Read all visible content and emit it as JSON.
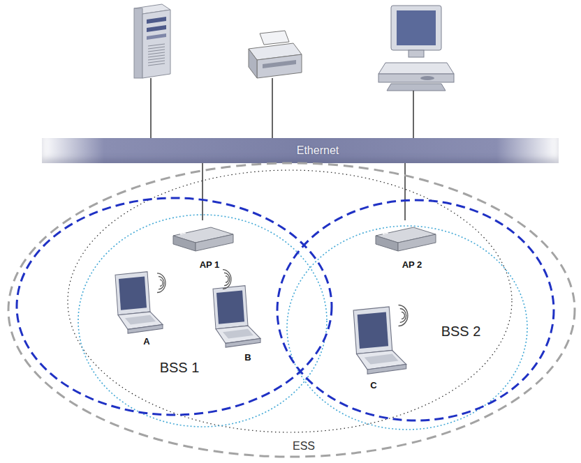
{
  "diagram": {
    "nodes": [
      {
        "text": [
          "Ethernet"
        ]
      },
      {
        "text": [
          "ESS"
        ]
      },
      {
        "text": [
          "BSS 1"
        ],
        "in": 1
      },
      {
        "text": [
          "AP 1"
        ],
        "in": 2
      },
      {
        "text": [
          "A"
        ],
        "in": 2
      },
      {
        "text": [
          "B"
        ],
        "in": 2
      },
      {
        "text": [
          "BSS 2"
        ],
        "in": 1
      },
      {
        "text": [
          "AP 2"
        ],
        "in": 6
      },
      {
        "text": [
          "C"
        ],
        "in": 6
      }
    ],
    "edges": [
      {
        "from": 0,
        "to": 3,
        "arrow": "none"
      },
      {
        "from": 0,
        "to": 7,
        "arrow": "none"
      }
    ]
  }
}
